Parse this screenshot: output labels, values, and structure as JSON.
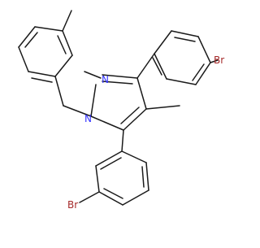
{
  "molecule": {
    "atom_labels": {
      "n1": "N",
      "n2": "N",
      "br_top": "Br",
      "br_bottom": "Br"
    },
    "colors": {
      "bond": "#1a1a1a",
      "nitrogen": "#3333ff",
      "bromine": "#a52a2a",
      "background": "#ffffff"
    }
  }
}
